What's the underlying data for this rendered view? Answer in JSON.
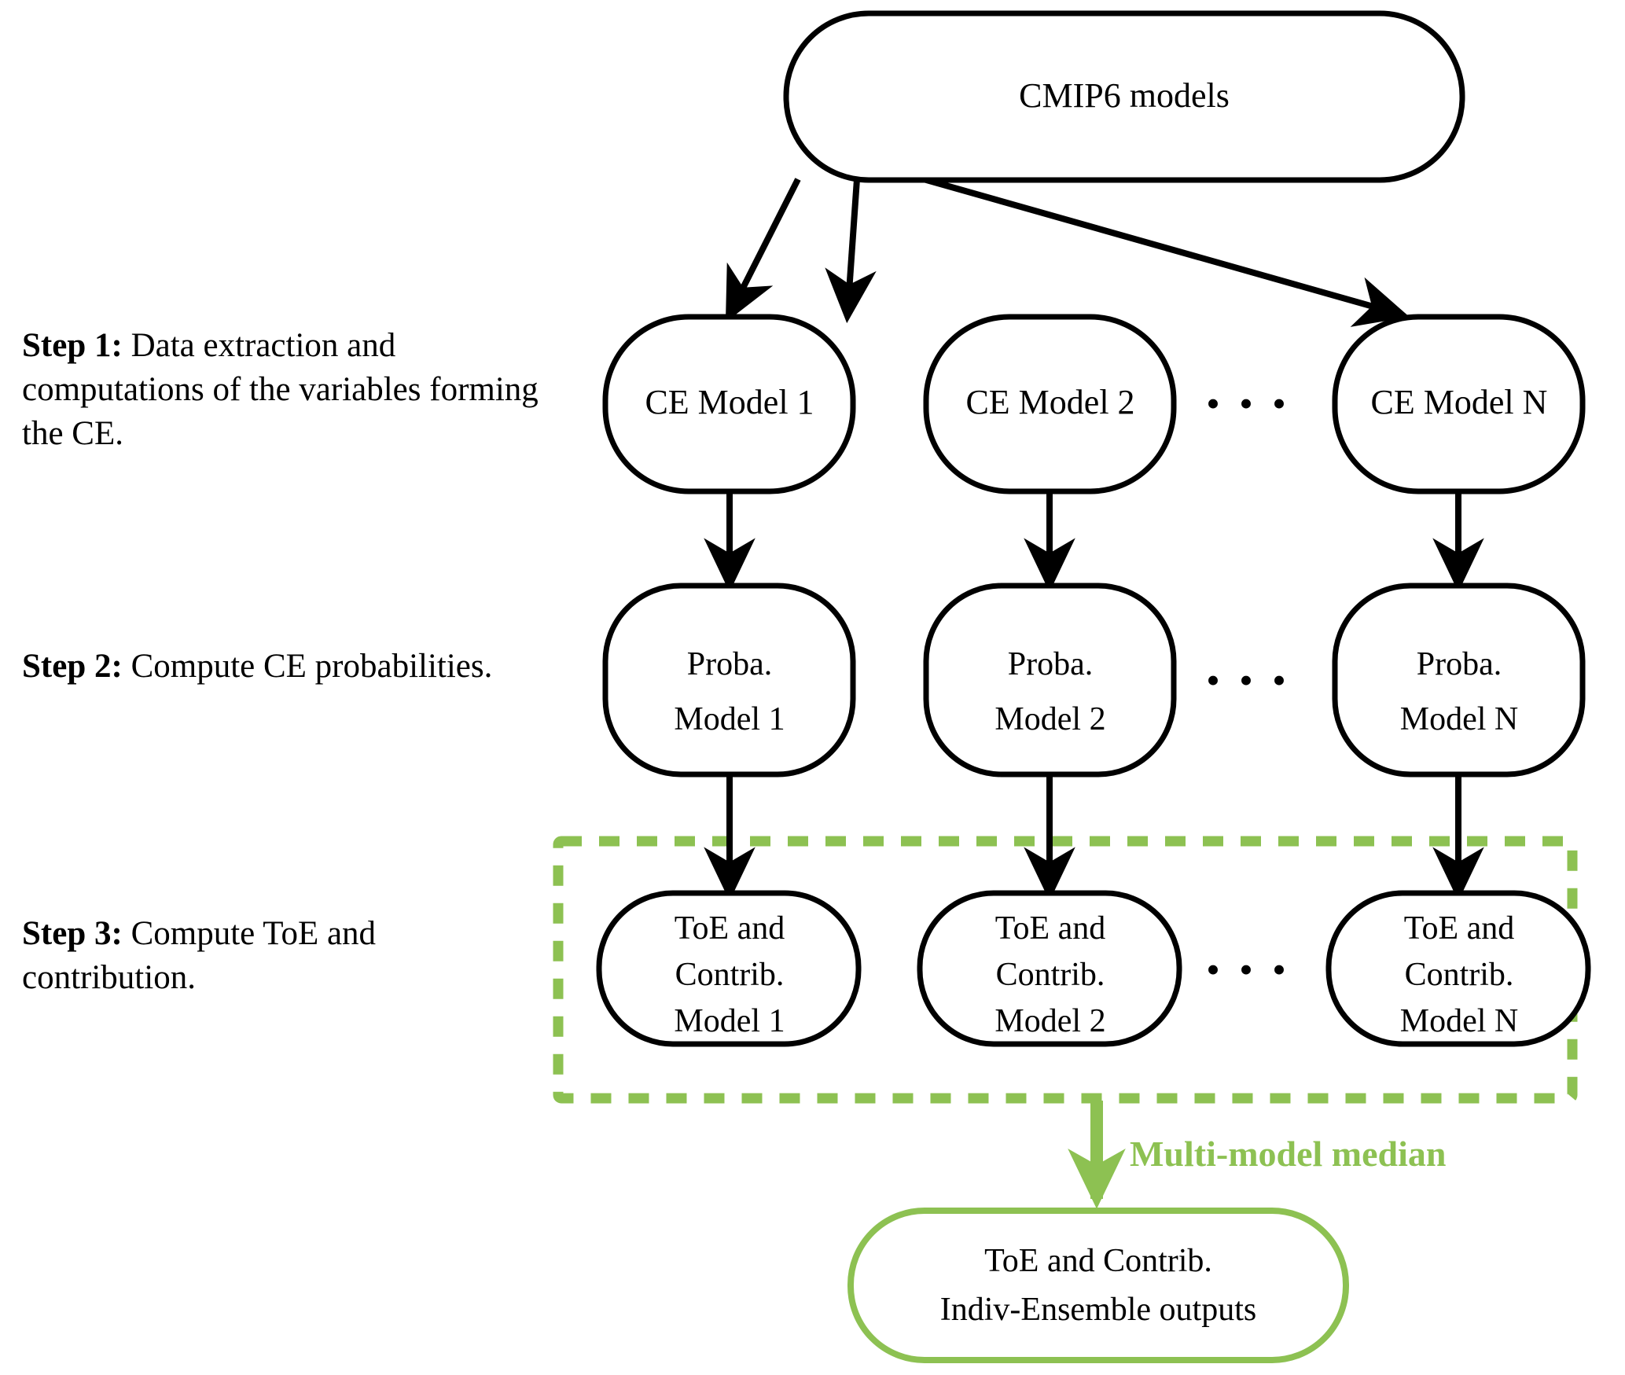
{
  "steps": [
    {
      "key": "Step 1:",
      "desc": "Data extraction and computations of the variables forming the CE."
    },
    {
      "key": "Step 2:",
      "desc": "Compute CE probabilities."
    },
    {
      "key": "Step 3:",
      "desc": "Compute ToE and contribution."
    }
  ],
  "nodes": {
    "source": {
      "label": "CMIP6 models"
    },
    "row1": [
      {
        "label": "CE Model 1"
      },
      {
        "label": "CE Model 2"
      },
      {
        "label": "CE Model N"
      }
    ],
    "row2": [
      {
        "line1": "Proba.",
        "line2": "Model 1"
      },
      {
        "line1": "Proba.",
        "line2": "Model 2"
      },
      {
        "line1": "Proba.",
        "line2": "Model N"
      }
    ],
    "row3": [
      {
        "line1": "ToE and",
        "line2": "Contrib.",
        "line3": "Model 1"
      },
      {
        "line1": "ToE and",
        "line2": "Contrib.",
        "line3": "Model 2"
      },
      {
        "line1": "ToE and",
        "line2": "Contrib.",
        "line3": "Model N"
      }
    ],
    "output": {
      "line1": "ToE and Contrib.",
      "line2": "Indiv-Ensemble outputs"
    }
  },
  "ellipsis": "• • •",
  "median_arrow_label": "Multi-model median",
  "colors": {
    "accent_green": "#8DC152",
    "stroke_black": "#000000",
    "background": "#ffffff"
  }
}
